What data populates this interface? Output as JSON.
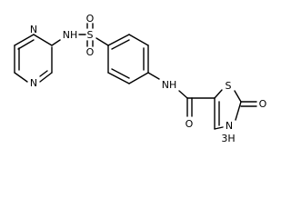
{
  "molecule": {
    "atoms": {
      "n_pyr_top": "N",
      "n_pyr_bottom": "N",
      "nh_sulfonamide": "NH",
      "s_sulfonyl": "S",
      "o_sulfonyl_top": "O",
      "o_sulfonyl_bottom": "O",
      "nh_amide": "NH",
      "o_amide": "O",
      "s_thiazole": "S",
      "o_thiazole": "O",
      "nh_thiazole": "N",
      "h_thiazole": "3H"
    }
  }
}
